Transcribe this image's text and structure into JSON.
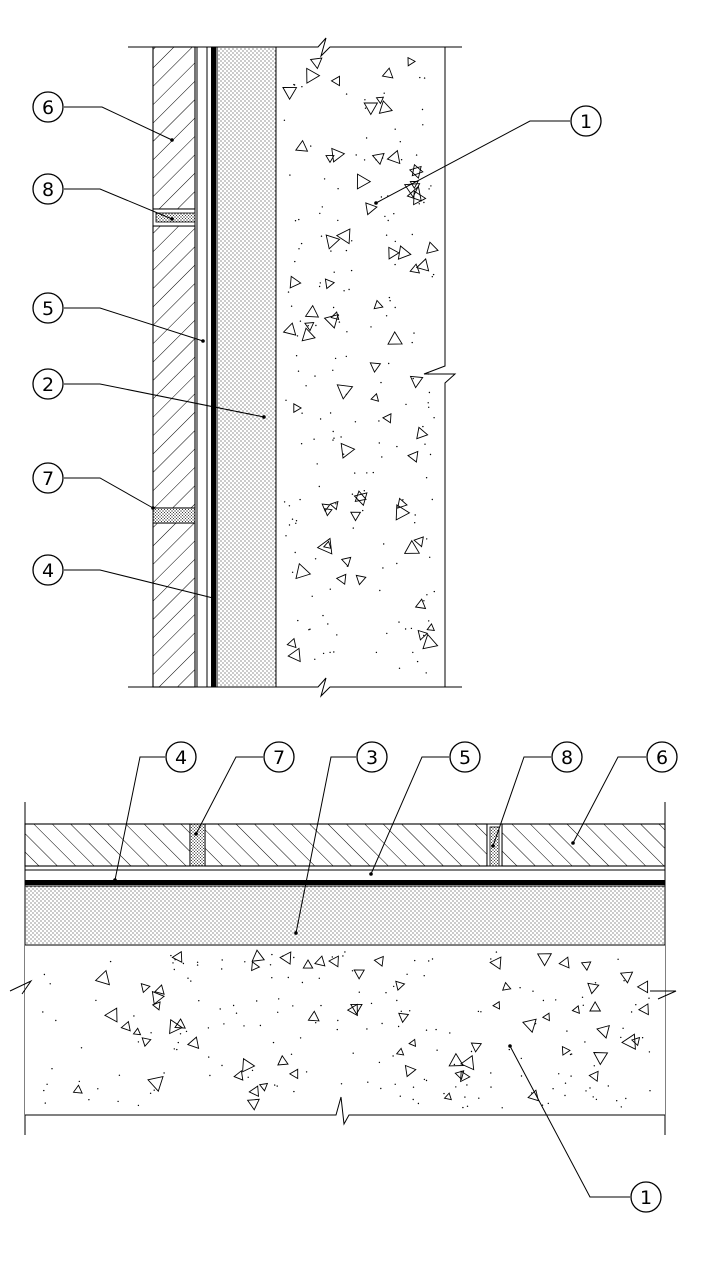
{
  "wall_section": {
    "callouts": [
      {
        "id": "6",
        "label": "6"
      },
      {
        "id": "8",
        "label": "8"
      },
      {
        "id": "5",
        "label": "5"
      },
      {
        "id": "2",
        "label": "2"
      },
      {
        "id": "7",
        "label": "7"
      },
      {
        "id": "4",
        "label": "4"
      },
      {
        "id": "1",
        "label": "1"
      }
    ]
  },
  "floor_section": {
    "callouts": [
      {
        "id": "4",
        "label": "4"
      },
      {
        "id": "7",
        "label": "7"
      },
      {
        "id": "3",
        "label": "3"
      },
      {
        "id": "5",
        "label": "5"
      },
      {
        "id": "8",
        "label": "8"
      },
      {
        "id": "6",
        "label": "6"
      },
      {
        "id": "1",
        "label": "1"
      }
    ]
  }
}
